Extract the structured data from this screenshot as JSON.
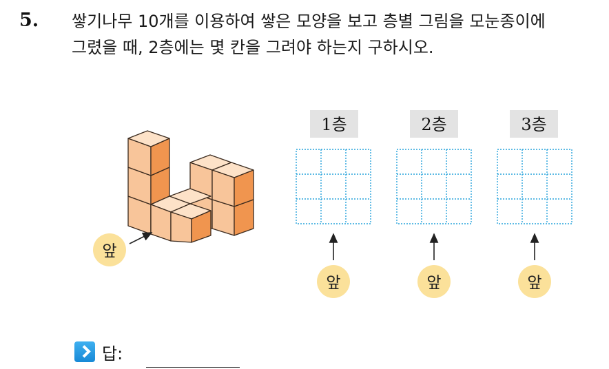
{
  "question": {
    "number": "5.",
    "line1": "쌓기나무 10개를 이용하여 쌓은 모양을 보고 층별 그림을 모눈종이에",
    "line2": "그렸을 때, 2층에는 몇 칸을 그려야 하는지 구하시오."
  },
  "front_label": "앞",
  "floors": [
    {
      "label": "1층"
    },
    {
      "label": "2층"
    },
    {
      "label": "3층"
    }
  ],
  "answer": {
    "label": "답:"
  },
  "colors": {
    "cube_top": "#fde2c8",
    "cube_left": "#f8c59a",
    "cube_right": "#f0954f",
    "grid_line": "#27a3dc",
    "front_circle": "#fbe19a",
    "floor_label_bg": "#e3e3e3",
    "answer_icon": "#2196e6"
  },
  "icons": {
    "answer": "chevron-right-icon",
    "arrow": "arrow-icon"
  }
}
